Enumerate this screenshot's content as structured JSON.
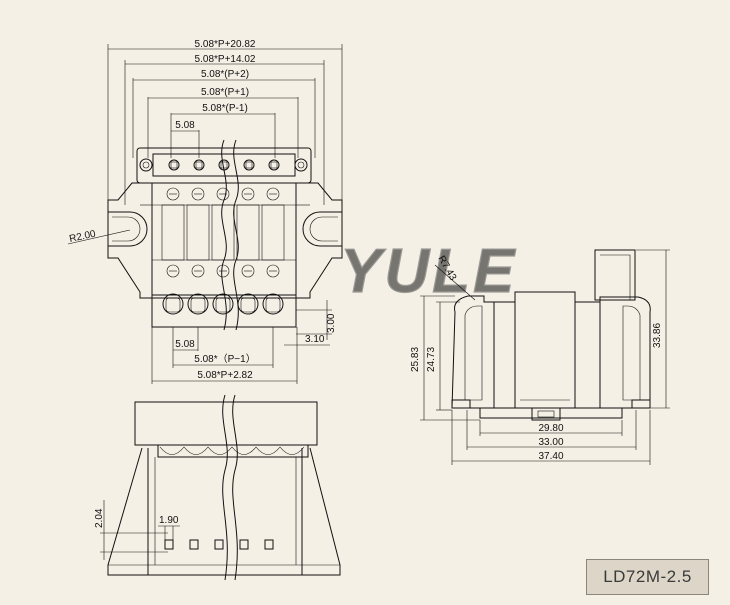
{
  "part_number": "LD72M-2.5",
  "watermark": "YULE",
  "top_view": {
    "dims": {
      "overall": "5.08*P+20.82",
      "flange": "5.08*P+14.02",
      "p_plus_2": "5.08*(P+2)",
      "p_plus_1": "5.08*(P+1)",
      "p_minus_1": "5.08*(P-1)",
      "pitch": "5.08",
      "radius": "R2.00",
      "offset_300": "3.00",
      "offset_310": "3.10",
      "bottom_pitch": "5.08",
      "bottom_p_minus_1": "5.08*（P−1）",
      "bottom_total": "5.08*P+2.82"
    }
  },
  "side_view": {
    "dims": {
      "radius": "R7.43",
      "h_2583": "25.83",
      "h_2473": "24.73",
      "h_3386": "33.86",
      "w_2980": "29.80",
      "w_3300": "33.00",
      "w_3740": "37.40"
    }
  },
  "front_view": {
    "dims": {
      "h_204": "2.04",
      "w_190": "1.90"
    }
  }
}
